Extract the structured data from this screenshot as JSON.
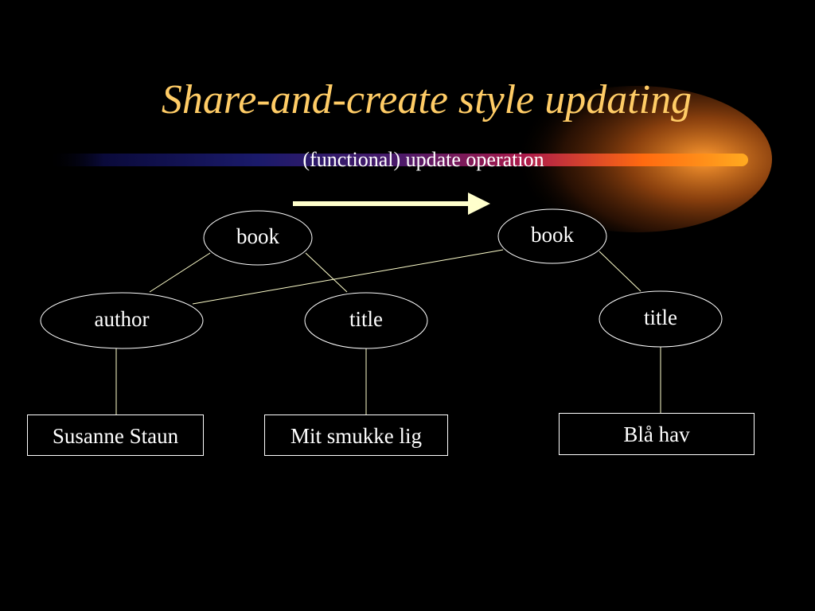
{
  "title": "Share-and-create style updating",
  "subtitle": "(functional) update operation",
  "nodes": {
    "book_old": "book",
    "book_new": "book",
    "author": "author",
    "title_old": "title",
    "title_new": "title"
  },
  "leaves": {
    "author_value": "Susanne Staun",
    "title_old_value": "Mit smukke lig",
    "title_new_value": "Blå hav"
  },
  "colors": {
    "background": "#000000",
    "title": "#ffcc66",
    "text": "#ffffff",
    "arrow": "#ffffcc",
    "lines": "#ffffcc"
  }
}
